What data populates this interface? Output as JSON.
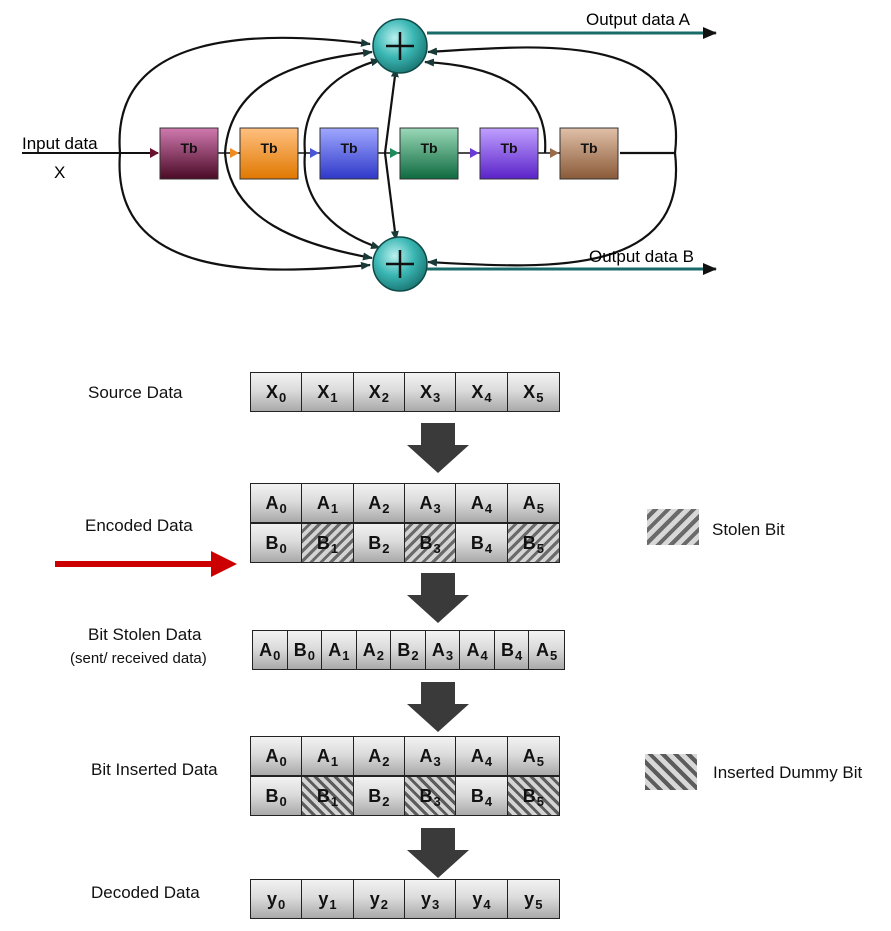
{
  "encoder": {
    "input_label": "Input data",
    "input_symbol": "X",
    "output_a": "Output data A",
    "output_b": "Output data B",
    "delay_label": "Tb",
    "delay_colors": [
      "#8a1f4a",
      "#f08a1c",
      "#4a55d8",
      "#1f8a5a",
      "#6a3ad8",
      "#9a6a4a"
    ]
  },
  "rows": {
    "source_label": "Source Data",
    "encoded_label": "Encoded Data",
    "stolen_label": "Bit Stolen Data",
    "stolen_sublabel": "(sent/ received data)",
    "inserted_label": "Bit Inserted Data",
    "decoded_label": "Decoded Data"
  },
  "legend": {
    "stolen": "Stolen Bit",
    "dummy": "Inserted Dummy Bit"
  },
  "source_cells": [
    {
      "l": "X",
      "s": "0"
    },
    {
      "l": "X",
      "s": "1"
    },
    {
      "l": "X",
      "s": "2"
    },
    {
      "l": "X",
      "s": "3"
    },
    {
      "l": "X",
      "s": "4"
    },
    {
      "l": "X",
      "s": "5"
    }
  ],
  "encoded_a": [
    {
      "l": "A",
      "s": "0"
    },
    {
      "l": "A",
      "s": "1"
    },
    {
      "l": "A",
      "s": "2"
    },
    {
      "l": "A",
      "s": "3"
    },
    {
      "l": "A",
      "s": "4"
    },
    {
      "l": "A",
      "s": "5"
    }
  ],
  "encoded_b": [
    {
      "l": "B",
      "s": "0"
    },
    {
      "l": "B",
      "s": "1",
      "t": "stolen"
    },
    {
      "l": "B",
      "s": "2"
    },
    {
      "l": "B",
      "s": "3",
      "t": "stolen"
    },
    {
      "l": "B",
      "s": "4"
    },
    {
      "l": "B",
      "s": "5",
      "t": "stolen"
    }
  ],
  "stolen_cells": [
    {
      "l": "A",
      "s": "0"
    },
    {
      "l": "B",
      "s": "0"
    },
    {
      "l": "A",
      "s": "1"
    },
    {
      "l": "A",
      "s": "2"
    },
    {
      "l": "B",
      "s": "2"
    },
    {
      "l": "A",
      "s": "3"
    },
    {
      "l": "A",
      "s": "4"
    },
    {
      "l": "B",
      "s": "4"
    },
    {
      "l": "A",
      "s": "5"
    }
  ],
  "inserted_a": [
    {
      "l": "A",
      "s": "0"
    },
    {
      "l": "A",
      "s": "1"
    },
    {
      "l": "A",
      "s": "2"
    },
    {
      "l": "A",
      "s": "3"
    },
    {
      "l": "A",
      "s": "4"
    },
    {
      "l": "A",
      "s": "5"
    }
  ],
  "inserted_b": [
    {
      "l": "B",
      "s": "0"
    },
    {
      "l": "B",
      "s": "1",
      "t": "dummy"
    },
    {
      "l": "B",
      "s": "2"
    },
    {
      "l": "B",
      "s": "3",
      "t": "dummy"
    },
    {
      "l": "B",
      "s": "4"
    },
    {
      "l": "B",
      "s": "5",
      "t": "dummy"
    }
  ],
  "decoded_cells": [
    {
      "l": "y",
      "s": "0"
    },
    {
      "l": "y",
      "s": "1"
    },
    {
      "l": "y",
      "s": "2"
    },
    {
      "l": "y",
      "s": "3"
    },
    {
      "l": "y",
      "s": "4"
    },
    {
      "l": "y",
      "s": "5"
    }
  ]
}
